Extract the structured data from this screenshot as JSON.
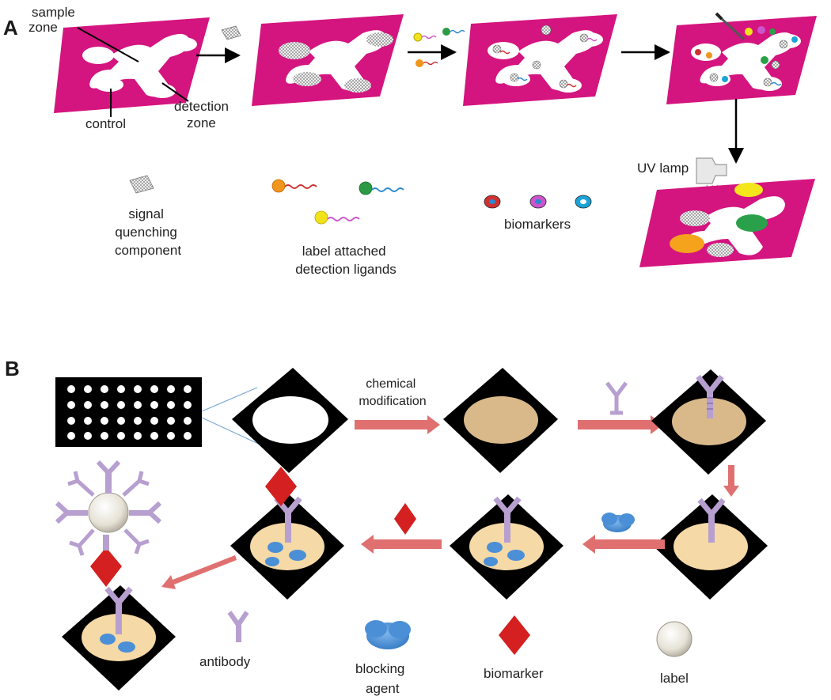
{
  "panel_a": {
    "label": "A",
    "sample_zone_lines": [
      "sample",
      "zone"
    ],
    "control": "control",
    "detection_zone_lines": [
      "detection",
      "zone"
    ],
    "uv_lamp": "UV lamp",
    "legend_quench_lines": [
      "signal",
      "quenching",
      "component"
    ],
    "legend_ligands_lines": [
      "label attached",
      "detection ligands"
    ],
    "legend_biomarkers": "biomarkers",
    "colors": {
      "paper": "#d4147f",
      "zone": "#ffffff",
      "yellow": "#f5e61c",
      "orange": "#f5a21c",
      "green": "#2aa04a"
    }
  },
  "panel_b": {
    "label": "B",
    "chem_mod_lines": [
      "chemical",
      "modification"
    ],
    "legend_antibody": "antibody",
    "legend_blocking_lines": [
      "blocking",
      "agent"
    ],
    "legend_biomarker": "biomarker",
    "legend_label": "label",
    "colors": {
      "arrow": "#e06666",
      "substrate": "#000000",
      "well": "#d9b98a",
      "antibody": "#b79fd0",
      "blocking": "#4b8fd6",
      "biomarker": "#d42020"
    }
  }
}
